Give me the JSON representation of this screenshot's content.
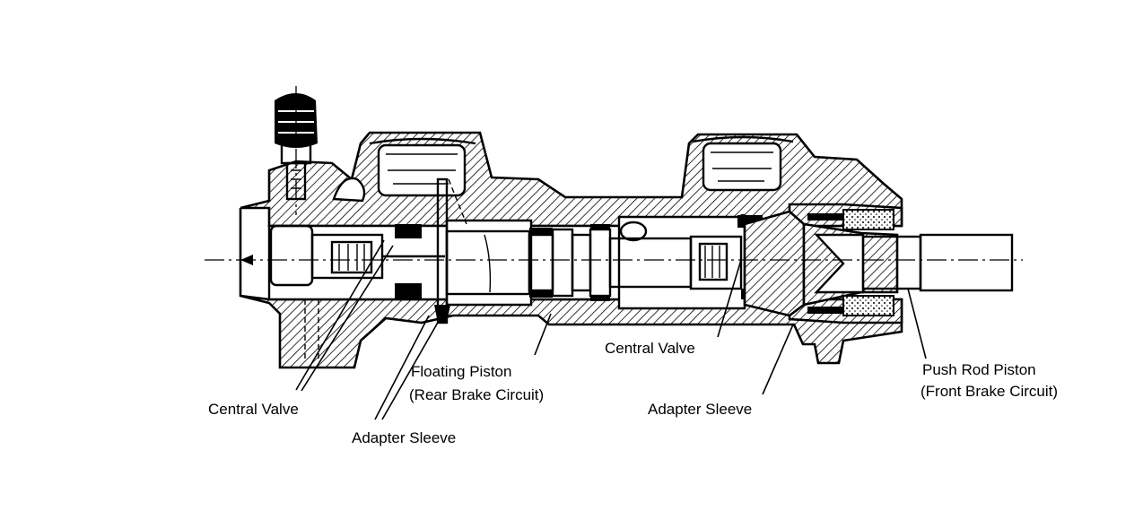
{
  "diagram": {
    "labels": {
      "central_valve_left": "Central Valve",
      "adapter_sleeve_left": "Adapter Sleeve",
      "floating_piston_line1": "Floating Piston",
      "floating_piston_line2": "(Rear Brake Circuit)",
      "central_valve_right": "Central Valve",
      "adapter_sleeve_right": "Adapter Sleeve",
      "push_rod_piston_line1": "Push Rod Piston",
      "push_rod_piston_line2": "(Front Brake Circuit)"
    }
  }
}
